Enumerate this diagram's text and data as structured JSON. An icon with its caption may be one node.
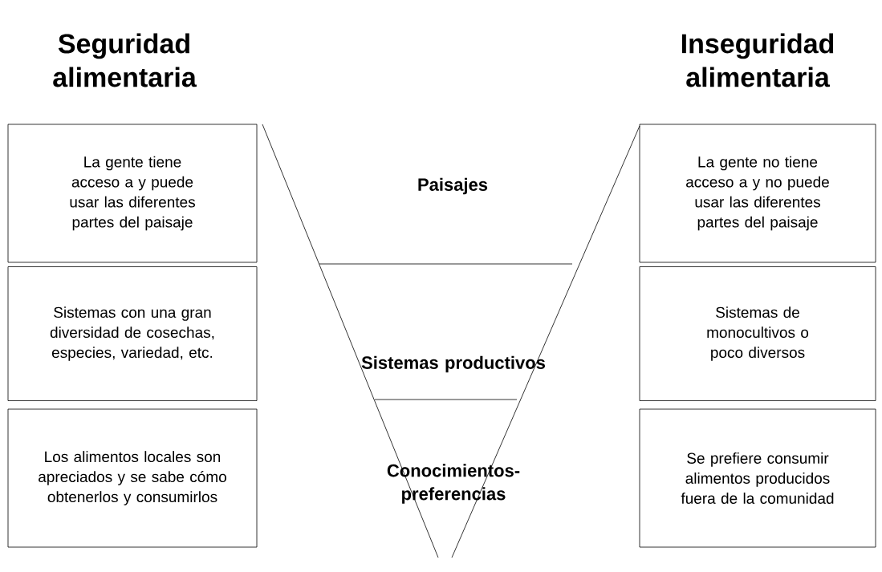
{
  "diagram": {
    "nodes": [
      {
        "text": [
          "La gente tiene acceso a y puede usar las diferentes partes del paisaje"
        ]
      },
      {
        "text": [
          "Sistemas con una gran diversidad de cosechas, especies, variedad, etc."
        ]
      },
      {
        "text": [
          "Los alimentos locales son apreciados y se sabe cómo obtenerlos y consumirlos"
        ]
      },
      {
        "text": [
          "Paisajes"
        ]
      },
      {
        "text": [
          "Sistemas productivos"
        ]
      },
      {
        "text": [
          "Conocimientos-preferencias"
        ]
      },
      {
        "text": [
          "La gente no tiene acceso a y no puede usar las diferentes partes del paisaje"
        ]
      },
      {
        "text": [
          "Sistemas de monocultivos o poco diversos"
        ]
      },
      {
        "text": [
          "Se prefiere consumir alimentos producidos fuera de la comunidad"
        ]
      }
    ],
    "edges": [],
    "labels": [
      "Seguridad alimentaria",
      "Inseguridad alimentaria"
    ]
  }
}
